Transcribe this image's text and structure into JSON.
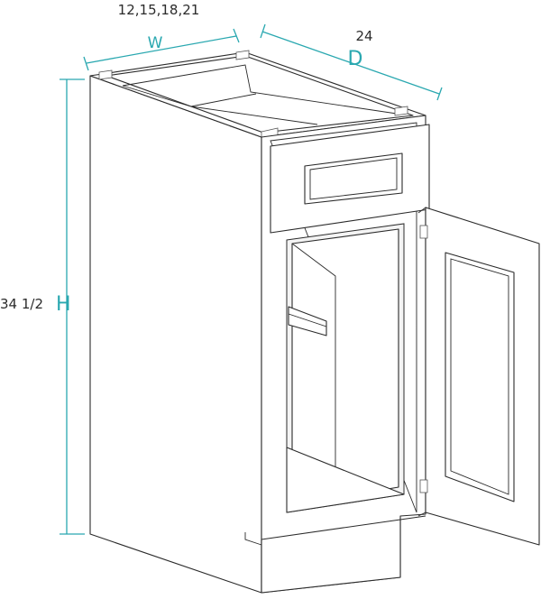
{
  "dimensions": {
    "width": {
      "values": "12,15,18,21",
      "letter": "W"
    },
    "depth": {
      "value": "24",
      "letter": "D"
    },
    "height": {
      "value": "34 1/2",
      "letter": "H"
    }
  },
  "colors": {
    "dimension_accent": "#2aa8b0",
    "line_art": "#2b2b2b",
    "background": "#ffffff"
  }
}
